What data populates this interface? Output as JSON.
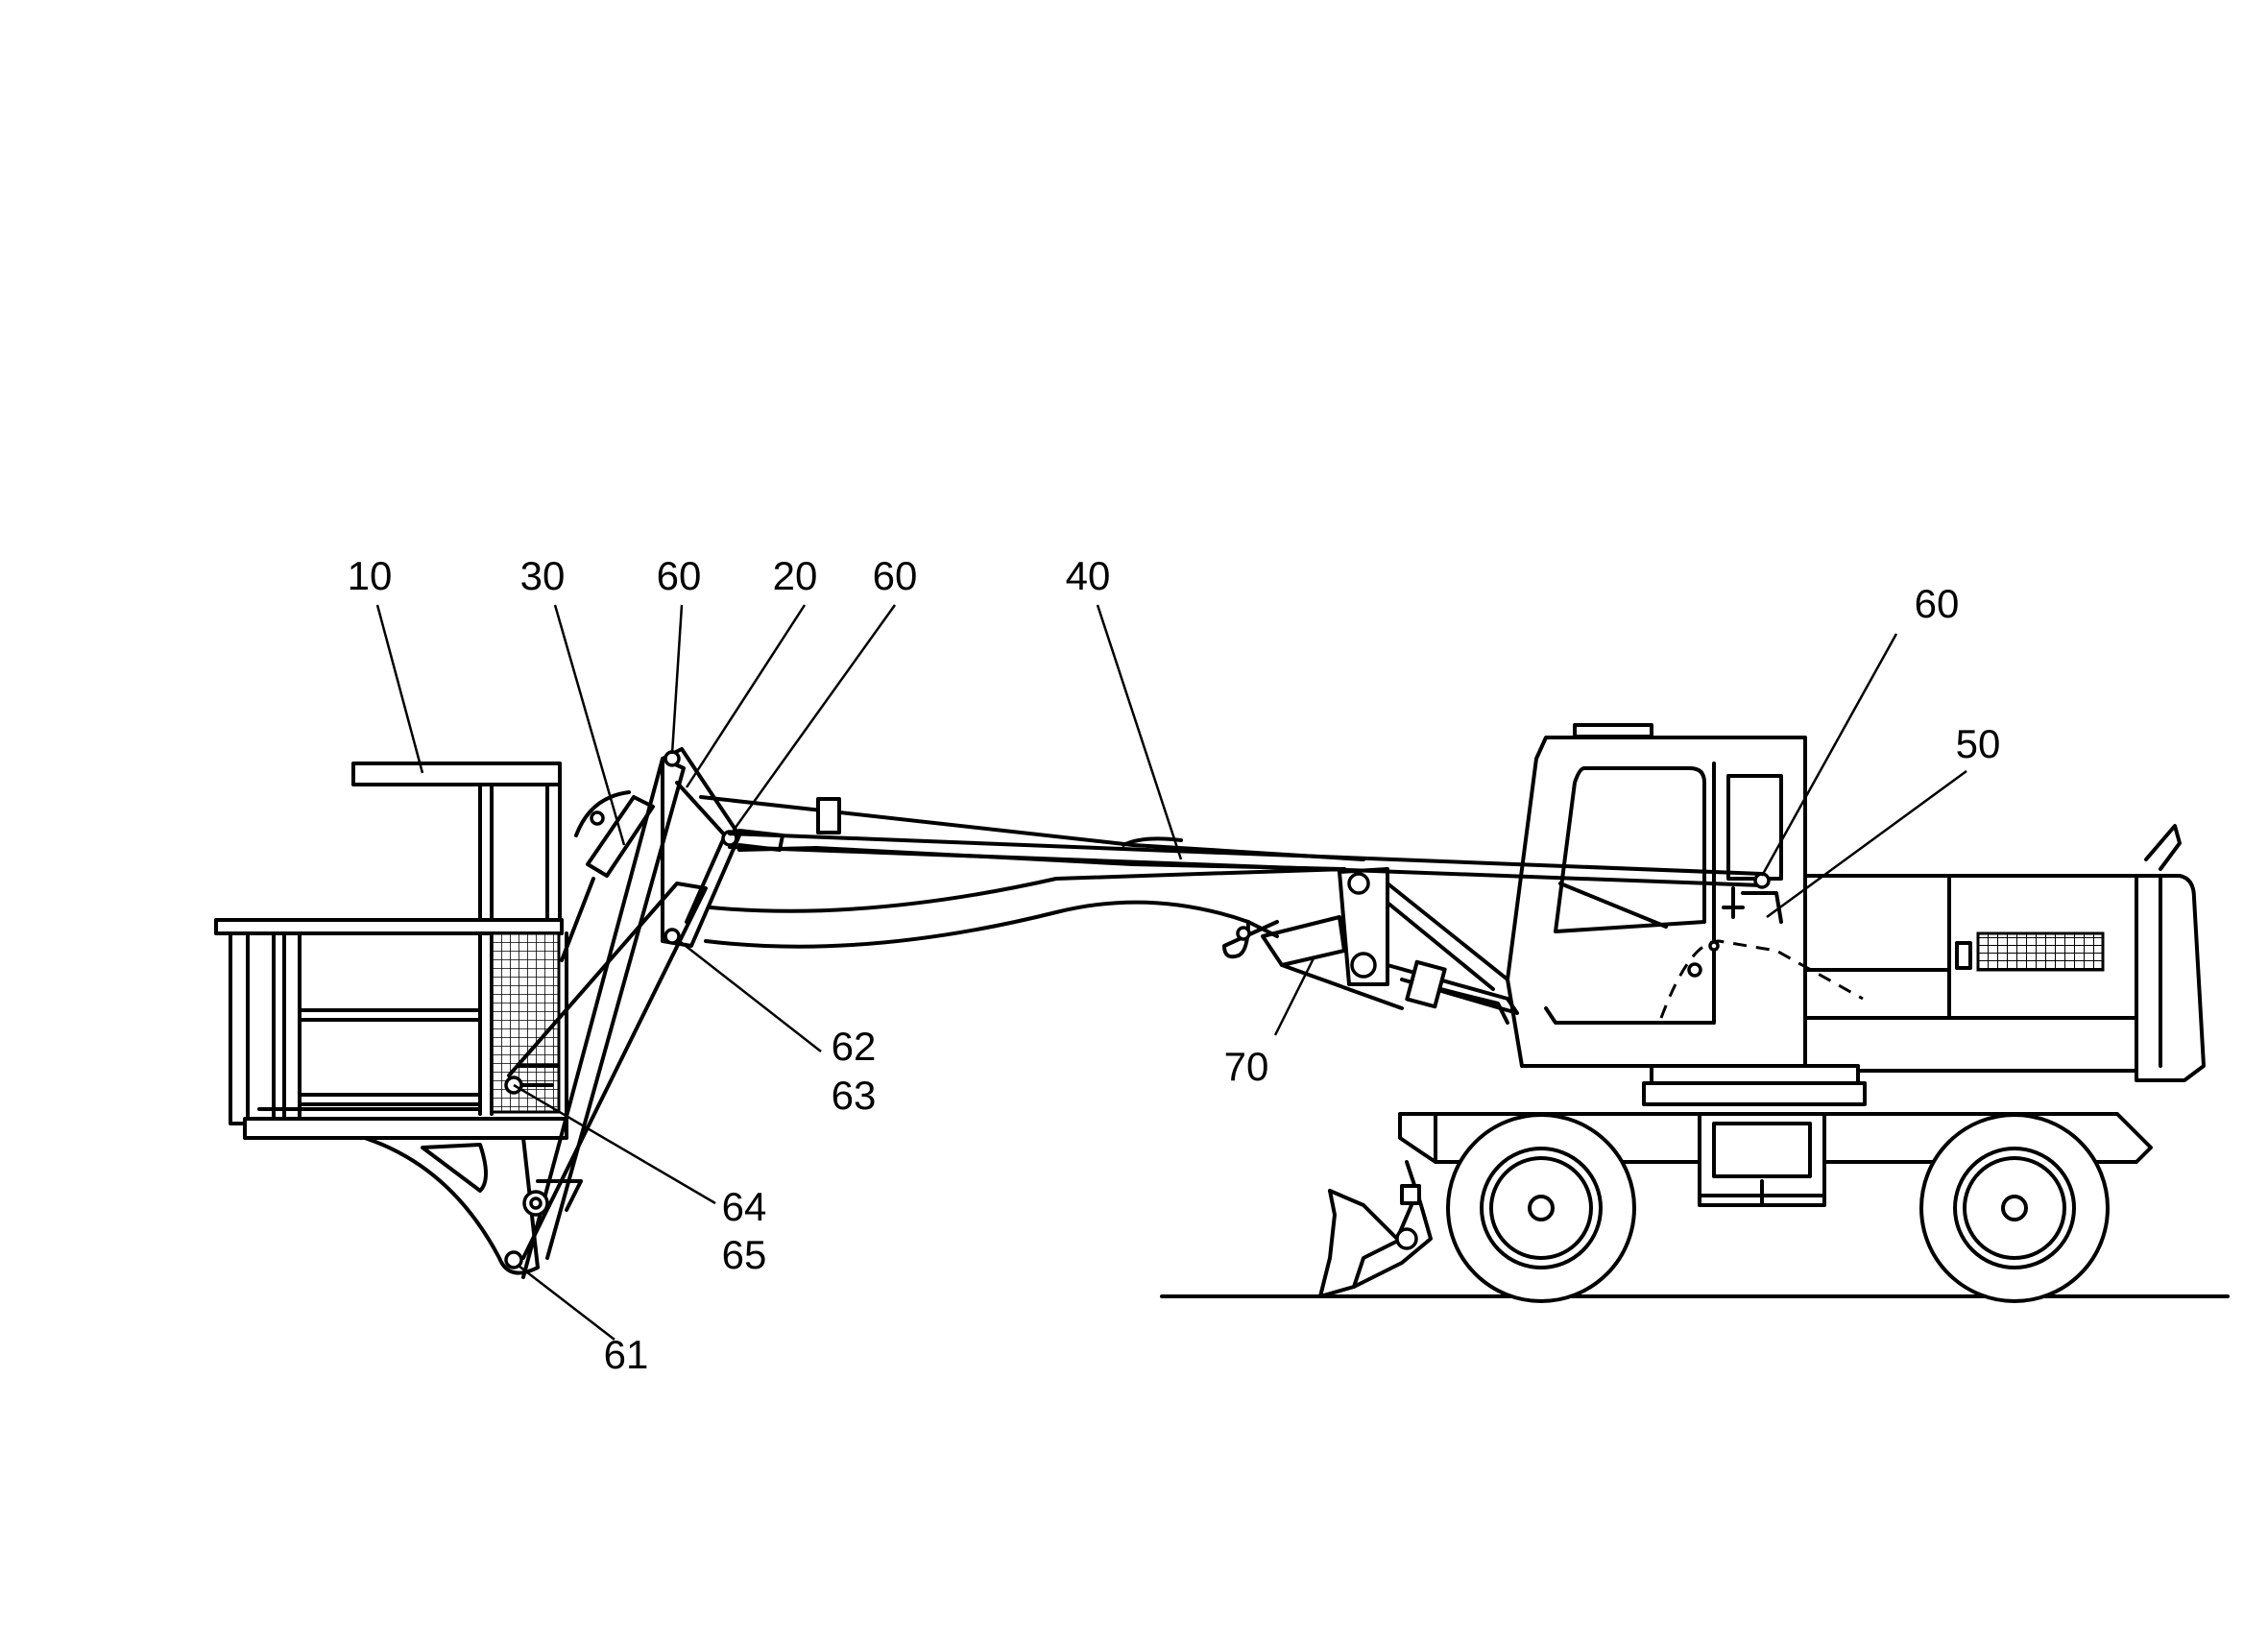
{
  "labels": {
    "l10": "10",
    "l30": "30",
    "l60a": "60",
    "l20": "20",
    "l60b": "60",
    "l40": "40",
    "l60c": "60",
    "l50": "50",
    "l62": "62",
    "l63": "63",
    "l64": "64",
    "l65": "65",
    "l61": "61",
    "l70": "70"
  }
}
